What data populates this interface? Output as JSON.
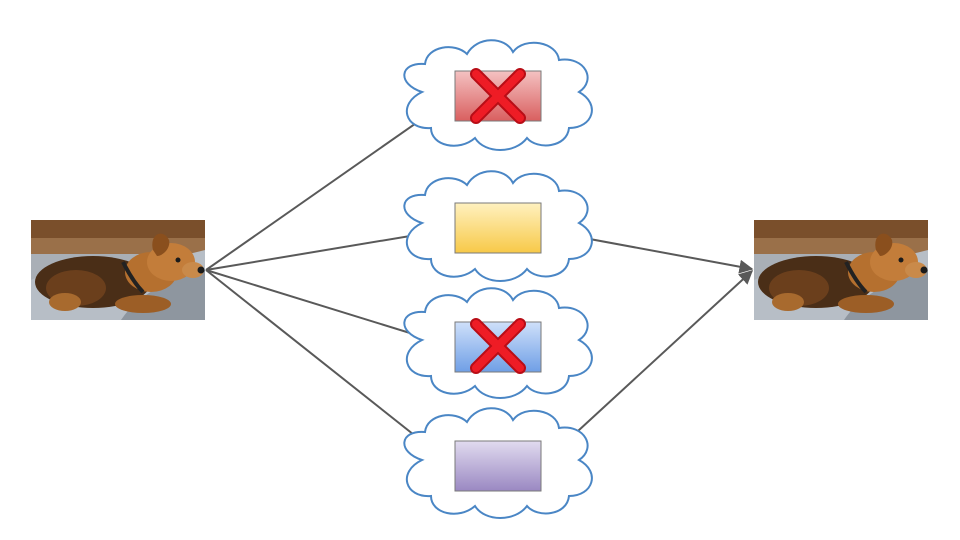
{
  "colors": {
    "background": "#ffffff",
    "cloud_stroke": "#4a86c5",
    "arrow": "#595959",
    "cross": "#e4121e",
    "box_red": "#e06d6d",
    "box_yellow": "#fbd56a",
    "box_blue": "#7aa6e8",
    "box_purple": "#a99ac9"
  },
  "diagram": {
    "input_image": {
      "icon": "dog-photo"
    },
    "output_image": {
      "icon": "dog-photo"
    },
    "branches": [
      {
        "id": "branch-1",
        "box_color": "red",
        "rejected": true,
        "reaches_output": false
      },
      {
        "id": "branch-2",
        "box_color": "yellow",
        "rejected": false,
        "reaches_output": true
      },
      {
        "id": "branch-3",
        "box_color": "blue",
        "rejected": true,
        "reaches_output": false
      },
      {
        "id": "branch-4",
        "box_color": "purple",
        "rejected": false,
        "reaches_output": true
      }
    ]
  }
}
